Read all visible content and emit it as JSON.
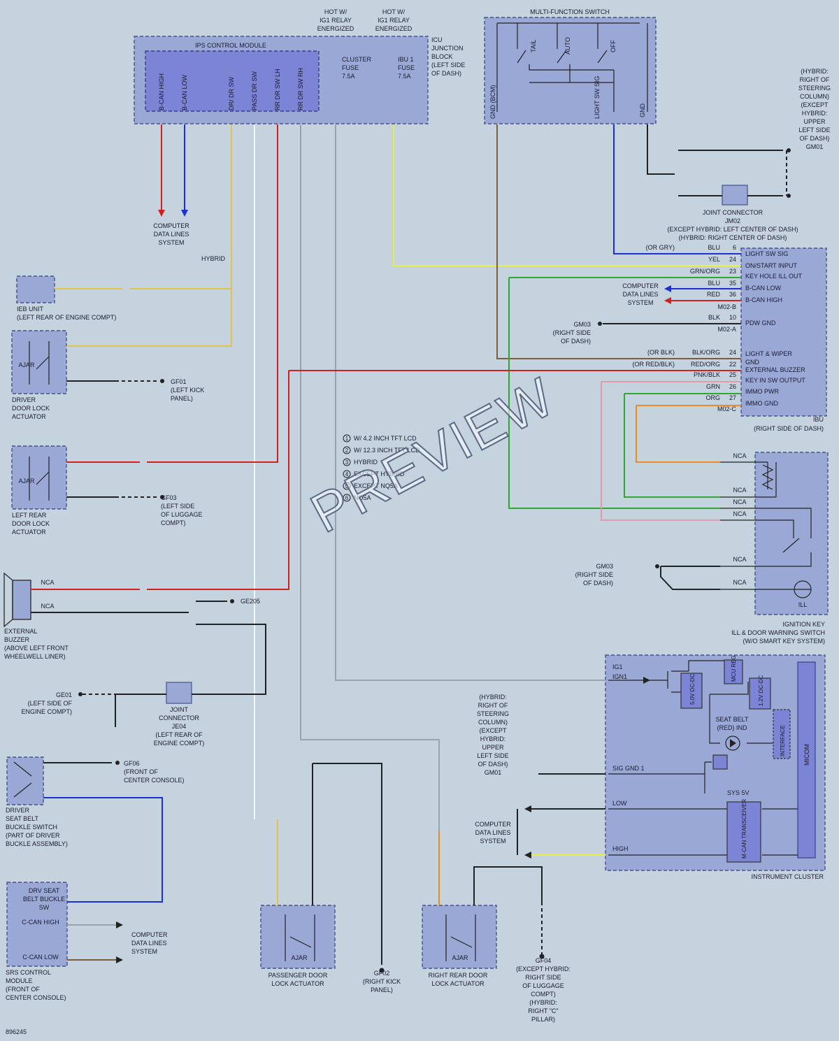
{
  "diagram": {
    "id": "896245",
    "watermark": "PREVIEW",
    "modules": {
      "ips": "IPS CONTROL MODULE",
      "icu": [
        "ICU",
        "JUNCTION",
        "BLOCK",
        "(LEFT SIDE",
        "OF DASH)"
      ],
      "mfs": "MULTI-FUNCTION SWITCH",
      "ibu": [
        "IBU",
        "(RIGHT SIDE OF DASH)"
      ],
      "ignition_key": [
        "IGNITION KEY",
        "ILL & DOOR WARNING SWITCH",
        "(W/O SMART KEY SYSTEM)"
      ],
      "instrument_cluster": "INSTRUMENT CLUSTER",
      "ieb": [
        "IEB UNIT",
        "(LEFT REAR OF ENGINE COMPT)"
      ],
      "driver_door": [
        "DRIVER",
        "DOOR LOCK",
        "ACTUATOR"
      ],
      "left_rear_door": [
        "LEFT REAR",
        "DOOR LOCK",
        "ACTUATOR"
      ],
      "buzzer": [
        "EXTERNAL",
        "BUZZER",
        "(ABOVE LEFT FRONT",
        "WHEELWELL LINER)"
      ],
      "seat_belt_switch": [
        "DRIVER",
        "SEAT BELT",
        "BUCKLE SWITCH",
        "(PART OF DRIVER",
        "BUCKLE ASSEMBLY)"
      ],
      "srs": [
        "SRS CONTROL",
        "MODULE",
        "(FRONT OF",
        "CENTER CONSOLE)"
      ],
      "passenger_door": [
        "PASSENGER DOOR",
        "LOCK ACTUATOR"
      ],
      "right_rear_door": [
        "RIGHT REAR DOOR",
        "LOCK ACTUATOR"
      ],
      "je04": [
        "JOINT",
        "CONNECTOR",
        "JE04",
        "(LEFT REAR OF",
        "ENGINE COMPT)"
      ],
      "jm02": [
        "JOINT CONNECTOR",
        "JM02",
        "(EXCEPT HYBRID: LEFT CENTER OF DASH)",
        "(HYBRID: RIGHT CENTER OF DASH)"
      ]
    },
    "ips_pins": [
      "B-CAN HIGH",
      "B-CAN LOW",
      "DR/ DR SW",
      "PASS DR SW",
      "RR DR SW LH",
      "RR DR SW RH"
    ],
    "hot_labels": [
      [
        "HOT W/",
        "IG1 RELAY",
        "ENERGIZED"
      ],
      [
        "HOT W/",
        "IG1 RELAY",
        "ENERGIZED"
      ]
    ],
    "fuses": [
      [
        "CLUSTER",
        "FUSE",
        "7.5A"
      ],
      [
        "IBU 1",
        "FUSE",
        "7.5A"
      ]
    ],
    "mfs_labels": [
      "TAIL",
      "AUTO",
      "OFF",
      "GND (BCM)",
      "LIGHT SW SIG",
      "GND"
    ],
    "ibu_pins": [
      "LIGHT SW SIG",
      "ON/START INPUT",
      "KEY HOLE ILL OUT",
      "B-CAN LOW",
      "B-CAN HIGH",
      "PDW GND",
      "LIGHT & WIPER",
      "GND",
      "EXTERNAL BUZZER",
      "KEY IN SW OUTPUT",
      "IMMO PWR",
      "IMMO GND"
    ],
    "ibu_wires": [
      {
        "pre": "(OR GRY)",
        "color": "BLU",
        "pin": "6"
      },
      {
        "pre": "",
        "color": "YEL",
        "pin": "24"
      },
      {
        "pre": "",
        "color": "GRN/ORG",
        "pin": "23"
      },
      {
        "pre": "",
        "color": "BLU",
        "pin": "35"
      },
      {
        "pre": "",
        "color": "RED",
        "pin": "36"
      },
      {
        "pre": "",
        "color": "BLK",
        "pin": "10"
      },
      {
        "pre": "(OR BLK)",
        "color": "BLK/ORG",
        "pin": "24"
      },
      {
        "pre": "(OR RED/BLK)",
        "color": "RED/ORG",
        "pin": "22"
      },
      {
        "pre": "",
        "color": "PNK/BLK",
        "pin": "25"
      },
      {
        "pre": "",
        "color": "GRN",
        "pin": "26"
      },
      {
        "pre": "",
        "color": "ORG",
        "pin": "27"
      }
    ],
    "legend": [
      "W/ 4.2 INCH TFT LCD",
      "W/ 12.3 INCH TFT LCD",
      "HYBRID",
      "EXCEPT HYBRID",
      "EXCEPT NQ5A",
      "NQ5A"
    ],
    "cluster_labels": [
      "IG1",
      "IGN1",
      "5.0V DC-DC",
      "MCU REG",
      "1.2V DC-DC",
      "SEAT BELT (RED) IND",
      "INTERFACE",
      "MICOM",
      "SIG GND 1",
      "SYS 5V",
      "LOW",
      "HIGH",
      "M-CAN TRANSCEIVER"
    ],
    "grounds": {
      "gm01": [
        "(HYBRID:",
        "RIGHT OF",
        "STEERING",
        "COLUMN)",
        "(EXCEPT",
        "HYBRID:",
        "UPPER",
        "LEFT SIDE",
        "OF DASH)",
        "GM01"
      ],
      "gm03": [
        "GM03",
        "(RIGHT SIDE",
        "OF DASH)"
      ],
      "gf01": [
        "GF01",
        "(LEFT KICK",
        "PANEL)"
      ],
      "gf03": [
        "GF03",
        "(LEFT SIDE",
        "OF LUGGAGE",
        "COMPT)"
      ],
      "ge205": "GE205",
      "ge01": [
        "GE01",
        "(LEFT SIDE OF",
        "ENGINE COMPT)"
      ],
      "gf06": [
        "GF06",
        "(FRONT OF",
        "CENTER CONSOLE)"
      ],
      "gf02": [
        "GF02",
        "(RIGHT KICK",
        "PANEL)"
      ],
      "gf04": [
        "GF04",
        "(EXCEPT HYBRID:",
        "RIGHT SIDE",
        "OF LUGGAGE",
        "COMPT)",
        "(HYBRID:",
        "RIGHT \"C\"",
        "PILLAR)"
      ],
      "gm01b": [
        "(HYBRID:",
        "RIGHT OF",
        "STEERING",
        "COLUMN)",
        "(EXCEPT",
        "HYBRID:",
        "UPPER",
        "LEFT SIDE",
        "OF DASH)",
        "GM01"
      ]
    },
    "computer_data_lines": [
      "COMPUTER",
      "DATA LINES",
      "SYSTEM"
    ],
    "srs_pins": [
      "DRV SEAT",
      "BELT BUCKLE",
      "SW",
      "C-CAN HIGH",
      "C-CAN LOW"
    ],
    "misc": {
      "ajar": "AJAR",
      "hybrid": "HYBRID",
      "nca": "NCA",
      "ill": "ILL"
    }
  }
}
